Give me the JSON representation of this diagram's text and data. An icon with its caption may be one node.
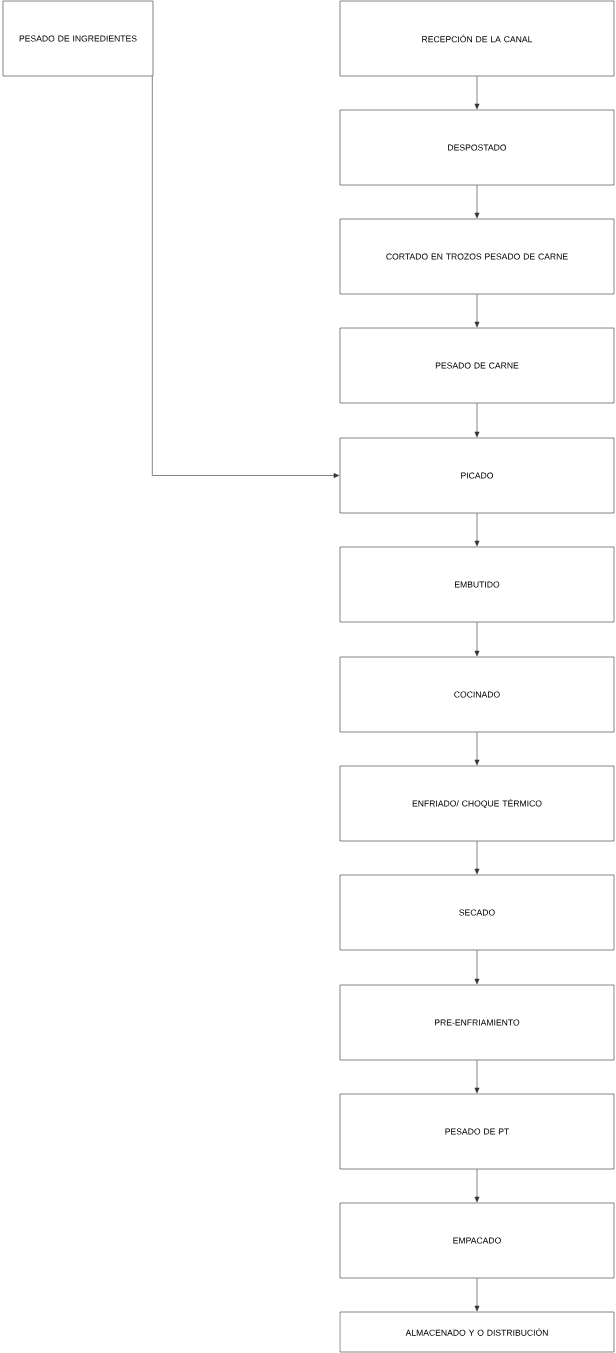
{
  "diagram": {
    "nodes": [
      {
        "text": [
          "PESADO DE INGREDIENTES"
        ]
      },
      {
        "text": [
          "RECEPCIÓN DE LA CANAL"
        ]
      },
      {
        "text": [
          "DESPOSTADO"
        ]
      },
      {
        "text": [
          "CORTADO EN TROZOS PESADO DE CARNE"
        ]
      },
      {
        "text": [
          "PESADO DE CARNE"
        ]
      },
      {
        "text": [
          "PICADO"
        ]
      },
      {
        "text": [
          "EMBUTIDO"
        ]
      },
      {
        "text": [
          "COCINADO"
        ]
      },
      {
        "text": [
          "ENFRIADO/ CHOQUE TÉRMICO"
        ]
      },
      {
        "text": [
          "SECADO"
        ]
      },
      {
        "text": [
          "PRE-ENFRIAMIENTO"
        ]
      },
      {
        "text": [
          "PESADO DE PT"
        ]
      },
      {
        "text": [
          "EMPACADO"
        ]
      },
      {
        "text": [
          "ALMACENADO Y O DISTRIBUCIÓN"
        ]
      }
    ],
    "edges": [
      {
        "from": 0,
        "to": 5,
        "arrow": "to"
      },
      {
        "from": 1,
        "to": 2,
        "arrow": "to"
      },
      {
        "from": 2,
        "to": 3,
        "arrow": "to"
      },
      {
        "from": 3,
        "to": 4,
        "arrow": "to"
      },
      {
        "from": 4,
        "to": 5,
        "arrow": "to"
      },
      {
        "from": 5,
        "to": 6,
        "arrow": "to"
      },
      {
        "from": 6,
        "to": 7,
        "arrow": "to"
      },
      {
        "from": 7,
        "to": 8,
        "arrow": "to"
      },
      {
        "from": 8,
        "to": 9,
        "arrow": "to"
      },
      {
        "from": 9,
        "to": 10,
        "arrow": "to"
      },
      {
        "from": 10,
        "to": 11,
        "arrow": "to"
      },
      {
        "from": 11,
        "to": 12,
        "arrow": "to"
      },
      {
        "from": 12,
        "to": 13,
        "arrow": "to"
      }
    ]
  }
}
